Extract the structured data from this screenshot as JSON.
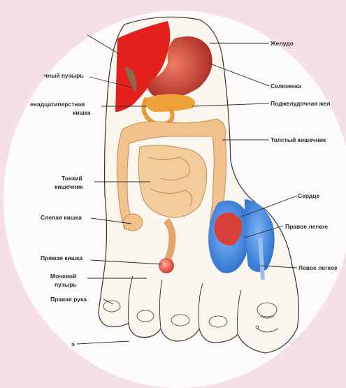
{
  "diagram": {
    "labels": {
      "stomach": "Желудо",
      "spleen": "Селезенка",
      "pancreas": "Поджелудочная жел",
      "colon": "Толстый кишечник",
      "heart": "Сердце",
      "right_lung": "Правое легкое",
      "left_lung": "Левое легкое",
      "gallbladder": "чный пузырь",
      "duodenum_line1": "енадцатиперстная",
      "duodenum_line2": "кишка",
      "small_int_line1": "Тонкий",
      "small_int_line2": "кишечник",
      "cecum": "Слепая кишка",
      "rectum": "Прямая кишка",
      "bladder_line1": "Мочевой",
      "bladder_line2": "пузырь",
      "right_arm": "Правая рука",
      "partial_bottom": "э"
    },
    "colors": {
      "background": "#f7dfe8",
      "foot": "#fbf6ee",
      "liver": "#e3201c",
      "stomach": "#c8392d",
      "pancreas": "#f0a23a",
      "intestine": "#f1c28e",
      "heart": "#d8403a",
      "lung": "#2f82e0"
    }
  }
}
